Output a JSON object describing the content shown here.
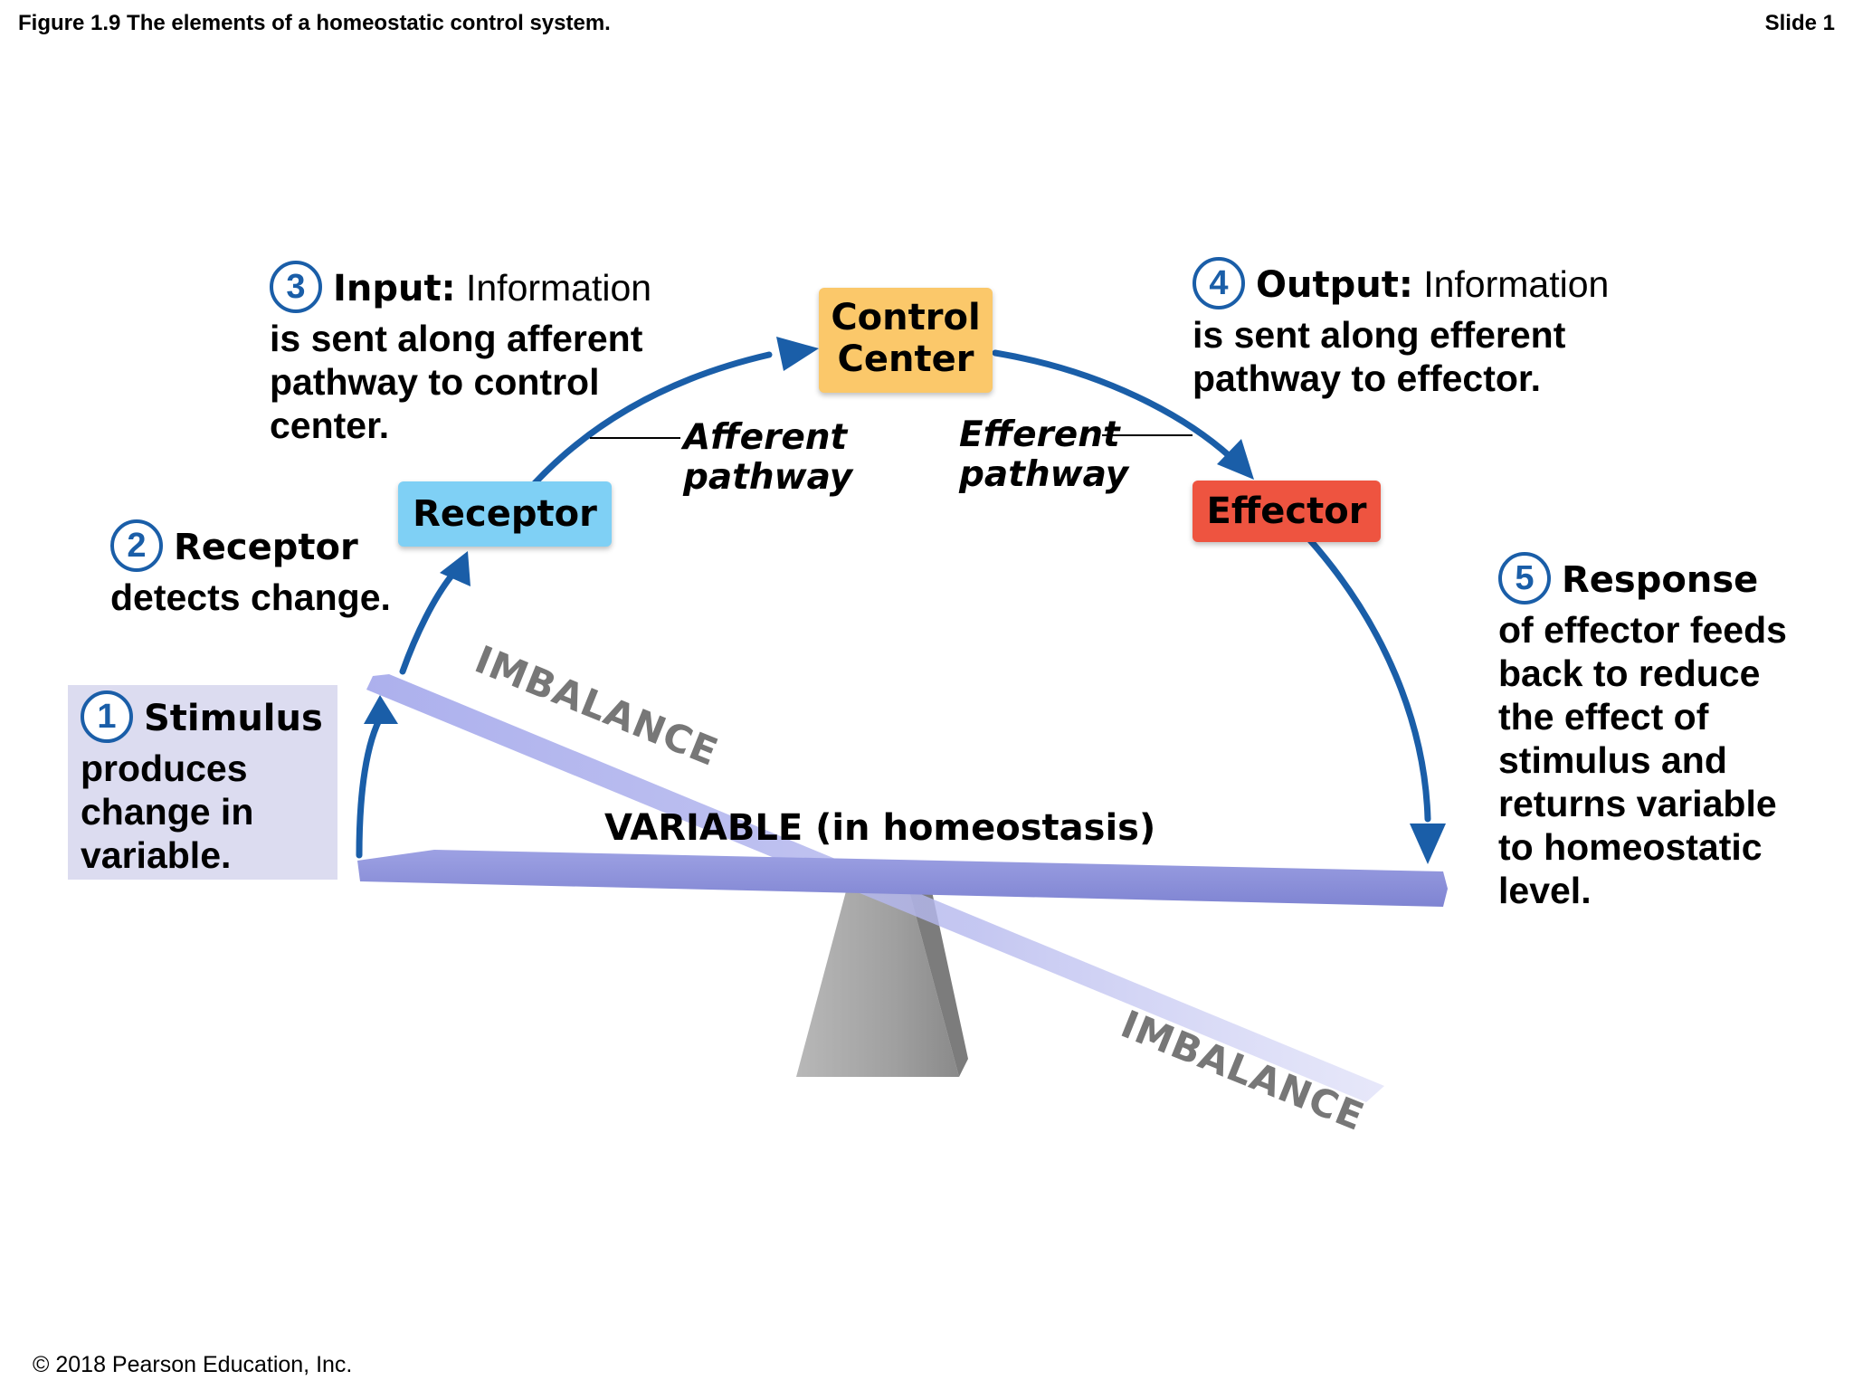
{
  "header": {
    "figure_title": "Figure 1.9 The elements of a homeostatic control system.",
    "slide_label": "Slide 1"
  },
  "footer": {
    "copyright": "© 2018 Pearson Education, Inc."
  },
  "boxes": {
    "control_center_line1": "Control",
    "control_center_line2": "Center",
    "receptor": "Receptor",
    "effector": "Effector"
  },
  "pathways": {
    "afferent_line1": "Afferent",
    "afferent_line2": "pathway",
    "efferent_line1": "Efferent",
    "efferent_line2": "pathway"
  },
  "steps": {
    "s1": {
      "num": "1",
      "lead": "Stimulus",
      "l2": "produces",
      "l3": "change in",
      "l4": "variable."
    },
    "s2": {
      "num": "2",
      "lead": "Receptor",
      "l2": "detects change."
    },
    "s3": {
      "num": "3",
      "lead": "Input:",
      "rest": " Information",
      "l2": "is sent along afferent",
      "l3": "pathway to control",
      "l4": "center."
    },
    "s4": {
      "num": "4",
      "lead": "Output:",
      "rest": " Information",
      "l2": "is sent along efferent",
      "l3": "pathway to effector."
    },
    "s5": {
      "num": "5",
      "lead": "Response",
      "l2": "of effector feeds",
      "l3": "back to reduce",
      "l4": "the effect of",
      "l5": "stimulus and",
      "l6": "returns variable",
      "l7": "to homeostatic",
      "l8": "level."
    }
  },
  "seesaw": {
    "variable_label": "VARIABLE (in homeostasis)",
    "imbalance_top": "IMBALANCE",
    "imbalance_bottom": "IMBALANCE"
  },
  "colors": {
    "arrow": "#1a5ea8",
    "control_center": "#fbc86a",
    "receptor": "#7fd0f5",
    "effector": "#ee5440",
    "beam": "#8f93db",
    "fulcrum": "#a9a9a9",
    "stimulus_bg": "#dcdcf0"
  }
}
